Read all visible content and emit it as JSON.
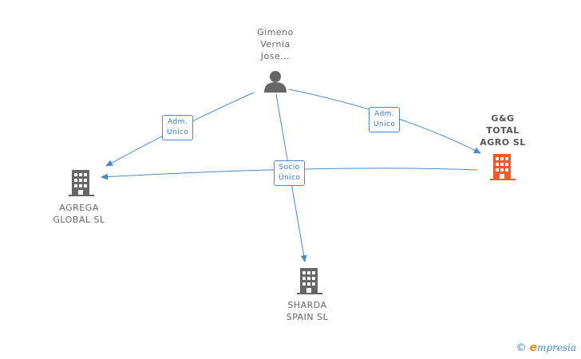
{
  "nodes": {
    "person": {
      "lines": [
        "Gimeno",
        "Vernia",
        "Jose..."
      ],
      "icon": "person-icon"
    },
    "gg": {
      "lines": [
        "G&G",
        "TOTAL",
        "AGRO SL"
      ],
      "icon": "building-icon",
      "color": "#f05a2a"
    },
    "agrega": {
      "lines": [
        "AGREGA",
        "GLOBAL SL"
      ],
      "icon": "building-icon",
      "color": "#666666"
    },
    "sharda": {
      "lines": [
        "SHARDA",
        "SPAIN SL"
      ],
      "icon": "building-icon",
      "color": "#666666"
    }
  },
  "edges": {
    "adm_left": {
      "lines": [
        "Adm.",
        "Unico"
      ]
    },
    "adm_right": {
      "lines": [
        "Adm.",
        "Unico"
      ]
    },
    "socio": {
      "lines": [
        "Socio",
        "Único"
      ]
    }
  },
  "colors": {
    "edge": "#4a88cc",
    "primary_node": "#f05a2a",
    "node": "#666666"
  },
  "footer": {
    "copyright": "©",
    "brand_e": "e",
    "brand_rest": "mpresia"
  }
}
